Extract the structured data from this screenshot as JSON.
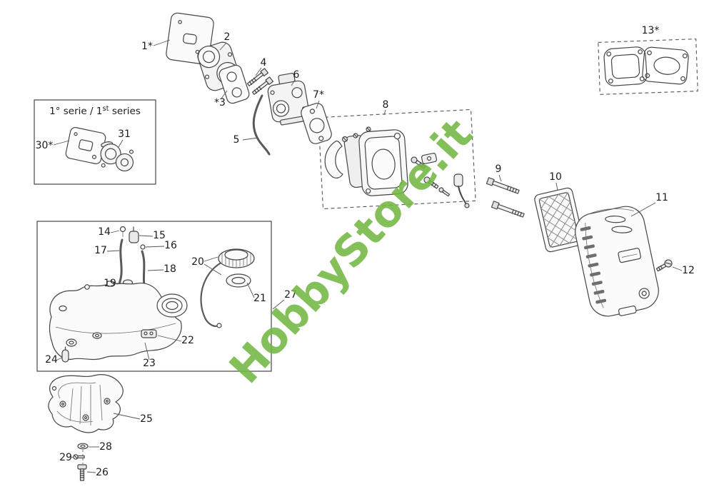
{
  "watermark": {
    "text": "HobbyStore.it",
    "color": "#74b843"
  },
  "legend": {
    "prefix": "1° serie / 1",
    "sup": "st",
    "suffix": " series"
  },
  "labels": {
    "p1": "1*",
    "p2": "2",
    "p3": "*3",
    "p4": "4",
    "p5": "5",
    "p6": "6",
    "p7": "7*",
    "p8": "8",
    "p9": "9",
    "p10": "10",
    "p11": "11",
    "p12": "12",
    "p13": "13*",
    "p14": "14",
    "p15": "15",
    "p16": "16",
    "p17": "17",
    "p18": "18",
    "p19": "19",
    "p20": "20",
    "p21": "21",
    "p22": "22",
    "p23": "23",
    "p24": "24",
    "p25": "25",
    "p26": "26",
    "p27": "27",
    "p28": "28",
    "p29": "29",
    "p30": "30*",
    "p31": "31"
  }
}
